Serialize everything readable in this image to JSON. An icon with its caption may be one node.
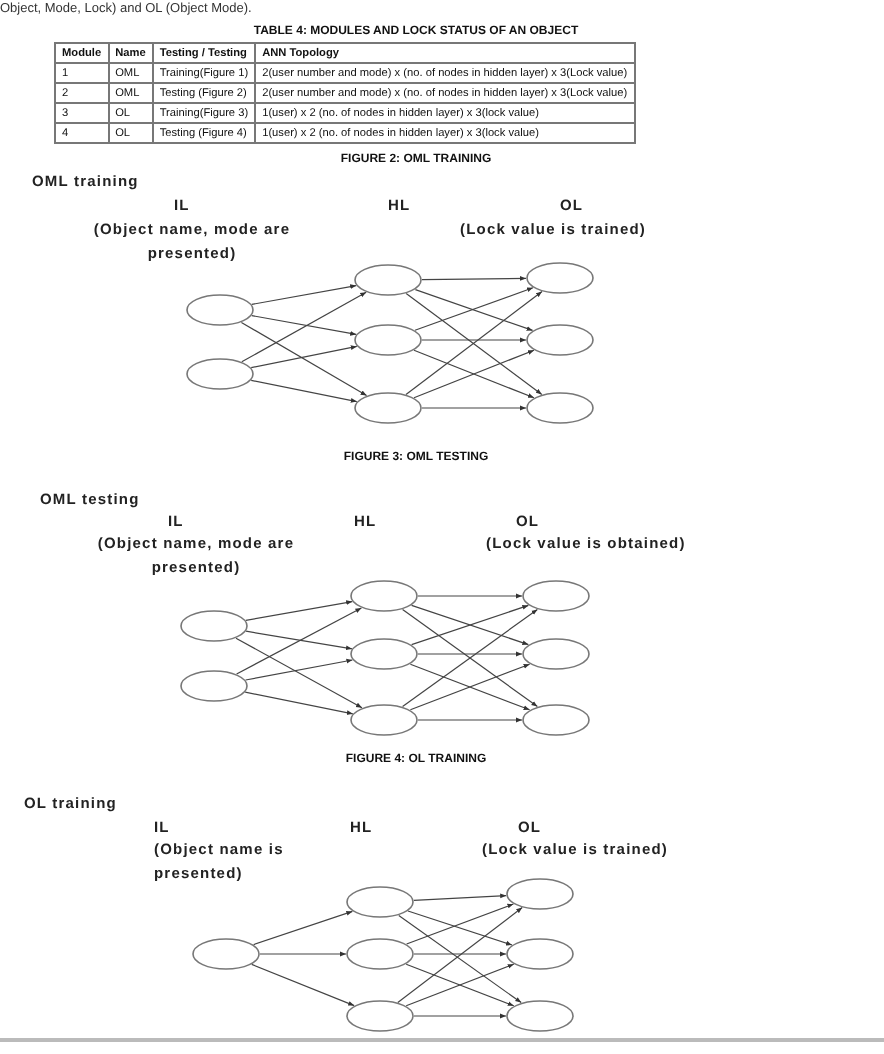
{
  "diagram": {
    "nodes": [
      {
        "text": [],
        "shape": "circle"
      },
      {
        "text": [],
        "shape": "circle"
      },
      {
        "text": [],
        "shape": "circle"
      },
      {
        "text": [],
        "shape": "circle"
      },
      {
        "text": [],
        "shape": "circle"
      },
      {
        "text": [],
        "shape": "circle"
      },
      {
        "text": [],
        "shape": "circle"
      },
      {
        "text": [],
        "shape": "circle"
      },
      {
        "text": [],
        "shape": "circle"
      },
      {
        "text": [],
        "shape": "circle"
      },
      {
        "text": [],
        "shape": "circle"
      },
      {
        "text": [],
        "shape": "circle"
      },
      {
        "text": [],
        "shape": "circle"
      },
      {
        "text": [],
        "shape": "circle"
      },
      {
        "text": [],
        "shape": "circle"
      },
      {
        "text": [],
        "shape": "circle"
      },
      {
        "text": [],
        "shape": "circle"
      },
      {
        "text": [],
        "shape": "circle"
      },
      {
        "text": [],
        "shape": "circle"
      },
      {
        "text": [],
        "shape": "circle"
      },
      {
        "text": [],
        "shape": "circle"
      },
      {
        "text": [],
        "shape": "circle"
      },
      {
        "text": [],
        "shape": "circle"
      }
    ],
    "edges": [
      {
        "from": 0,
        "to": 2,
        "arrow": "to"
      },
      {
        "from": 0,
        "to": 3,
        "arrow": "to"
      },
      {
        "from": 0,
        "to": 4,
        "arrow": "to"
      },
      {
        "from": 1,
        "to": 2,
        "arrow": "to"
      },
      {
        "from": 1,
        "to": 3,
        "arrow": "to"
      },
      {
        "from": 1,
        "to": 4,
        "arrow": "to"
      },
      {
        "from": 2,
        "to": 5,
        "arrow": "to"
      },
      {
        "from": 2,
        "to": 6,
        "arrow": "to"
      },
      {
        "from": 2,
        "to": 7,
        "arrow": "to"
      },
      {
        "from": 3,
        "to": 5,
        "arrow": "to"
      },
      {
        "from": 3,
        "to": 6,
        "arrow": "to"
      },
      {
        "from": 3,
        "to": 7,
        "arrow": "to"
      },
      {
        "from": 4,
        "to": 5,
        "arrow": "to"
      },
      {
        "from": 4,
        "to": 6,
        "arrow": "to"
      },
      {
        "from": 4,
        "to": 7,
        "arrow": "to"
      },
      {
        "from": 8,
        "to": 10,
        "arrow": "to"
      },
      {
        "from": 8,
        "to": 11,
        "arrow": "to"
      },
      {
        "from": 8,
        "to": 12,
        "arrow": "to"
      },
      {
        "from": 9,
        "to": 10,
        "arrow": "to"
      },
      {
        "from": 9,
        "to": 11,
        "arrow": "to"
      },
      {
        "from": 9,
        "to": 12,
        "arrow": "to"
      },
      {
        "from": 10,
        "to": 13,
        "arrow": "to"
      },
      {
        "from": 10,
        "to": 14,
        "arrow": "to"
      },
      {
        "from": 10,
        "to": 15,
        "arrow": "to"
      },
      {
        "from": 11,
        "to": 13,
        "arrow": "to"
      },
      {
        "from": 11,
        "to": 14,
        "arrow": "to"
      },
      {
        "from": 11,
        "to": 15,
        "arrow": "to"
      },
      {
        "from": 12,
        "to": 13,
        "arrow": "to"
      },
      {
        "from": 12,
        "to": 14,
        "arrow": "to"
      },
      {
        "from": 12,
        "to": 15,
        "arrow": "to"
      },
      {
        "from": 16,
        "to": 17,
        "arrow": "to"
      },
      {
        "from": 16,
        "to": 18,
        "arrow": "to"
      },
      {
        "from": 16,
        "to": 19,
        "arrow": "to"
      },
      {
        "from": 17,
        "to": 20,
        "arrow": "to"
      },
      {
        "from": 17,
        "to": 21,
        "arrow": "to"
      },
      {
        "from": 17,
        "to": 22,
        "arrow": "to"
      },
      {
        "from": 18,
        "to": 20,
        "arrow": "to"
      },
      {
        "from": 18,
        "to": 21,
        "arrow": "to"
      },
      {
        "from": 18,
        "to": 22,
        "arrow": "to"
      },
      {
        "from": 19,
        "to": 20,
        "arrow": "to"
      },
      {
        "from": 19,
        "to": 21,
        "arrow": "to"
      },
      {
        "from": 19,
        "to": 22,
        "arrow": "to"
      }
    ],
    "labels": [
      "Object, Mode, Lock) and OL (Object Mode).",
      "TABLE 4: MODULES AND LOCK STATUS OF AN OBJECT",
      "Module",
      "Name",
      "Testing / Testing",
      "ANN Topology",
      "1",
      "OML",
      "Training(Figure 1)",
      "2(user number and mode) x (no. of nodes in hidden layer) x 3(Lock value)",
      "2",
      "OML",
      "Testing (Figure 2)",
      "2(user number and mode) x (no. of nodes in hidden layer) x 3(Lock value)",
      "3",
      "OL",
      "Training(Figure 3)",
      "1(user) x 2 (no. of nodes in hidden layer) x 3(lock value)",
      "4",
      "OL",
      "Testing (Figure 4)",
      "1(user) x 2 (no. of nodes in hidden layer) x 3(lock value)",
      "FIGURE 2: OML TRAINING",
      "OML training",
      "IL",
      "HL",
      "OL",
      "(Object name, mode are presented)",
      "(Lock value is trained)",
      "FIGURE 3: OML TESTING",
      "OML testing",
      "IL",
      "HL",
      "OL",
      "(Object name, mode are presented)",
      "(Lock value is obtained)",
      "FIGURE 4: OL TRAINING",
      "OL training",
      "IL",
      "HL",
      "OL",
      "(Object name is presented)",
      "(Lock value is trained)"
    ]
  }
}
